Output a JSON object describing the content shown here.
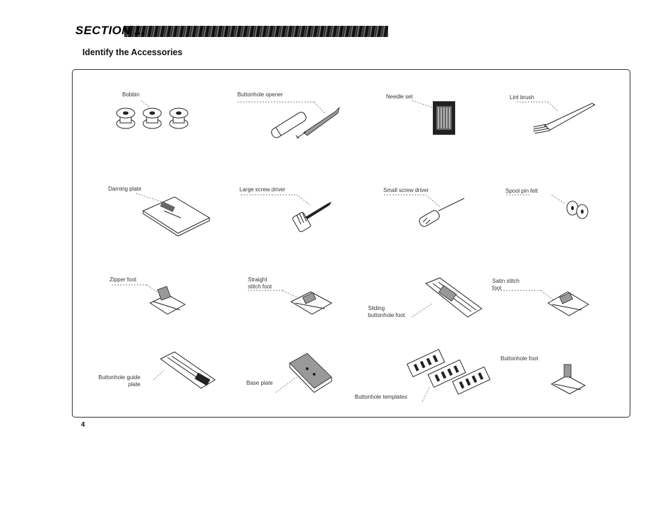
{
  "header": {
    "section_title": "SECTION 1."
  },
  "subtitle": "Identify the Accessories",
  "page_number": "4",
  "accessories": [
    {
      "label": "Bobbin"
    },
    {
      "label": "Buttonhole opener"
    },
    {
      "label": "Needle set"
    },
    {
      "label": "Lint brush"
    },
    {
      "label": "Darning plate"
    },
    {
      "label": "Large screw driver"
    },
    {
      "label": "Small screw driver"
    },
    {
      "label": "Spool pin felt"
    },
    {
      "label": "Zipper foot"
    },
    {
      "label": "Straight\nstitch foot"
    },
    {
      "label": "Sliding\nbuttonhole foot"
    },
    {
      "label": "Satin stitch\nfoot"
    },
    {
      "label": "Buttonhole guide\nplate"
    },
    {
      "label": "Base plate"
    },
    {
      "label": "Buttonhole templates"
    },
    {
      "label": "Buttonhole foot"
    }
  ]
}
